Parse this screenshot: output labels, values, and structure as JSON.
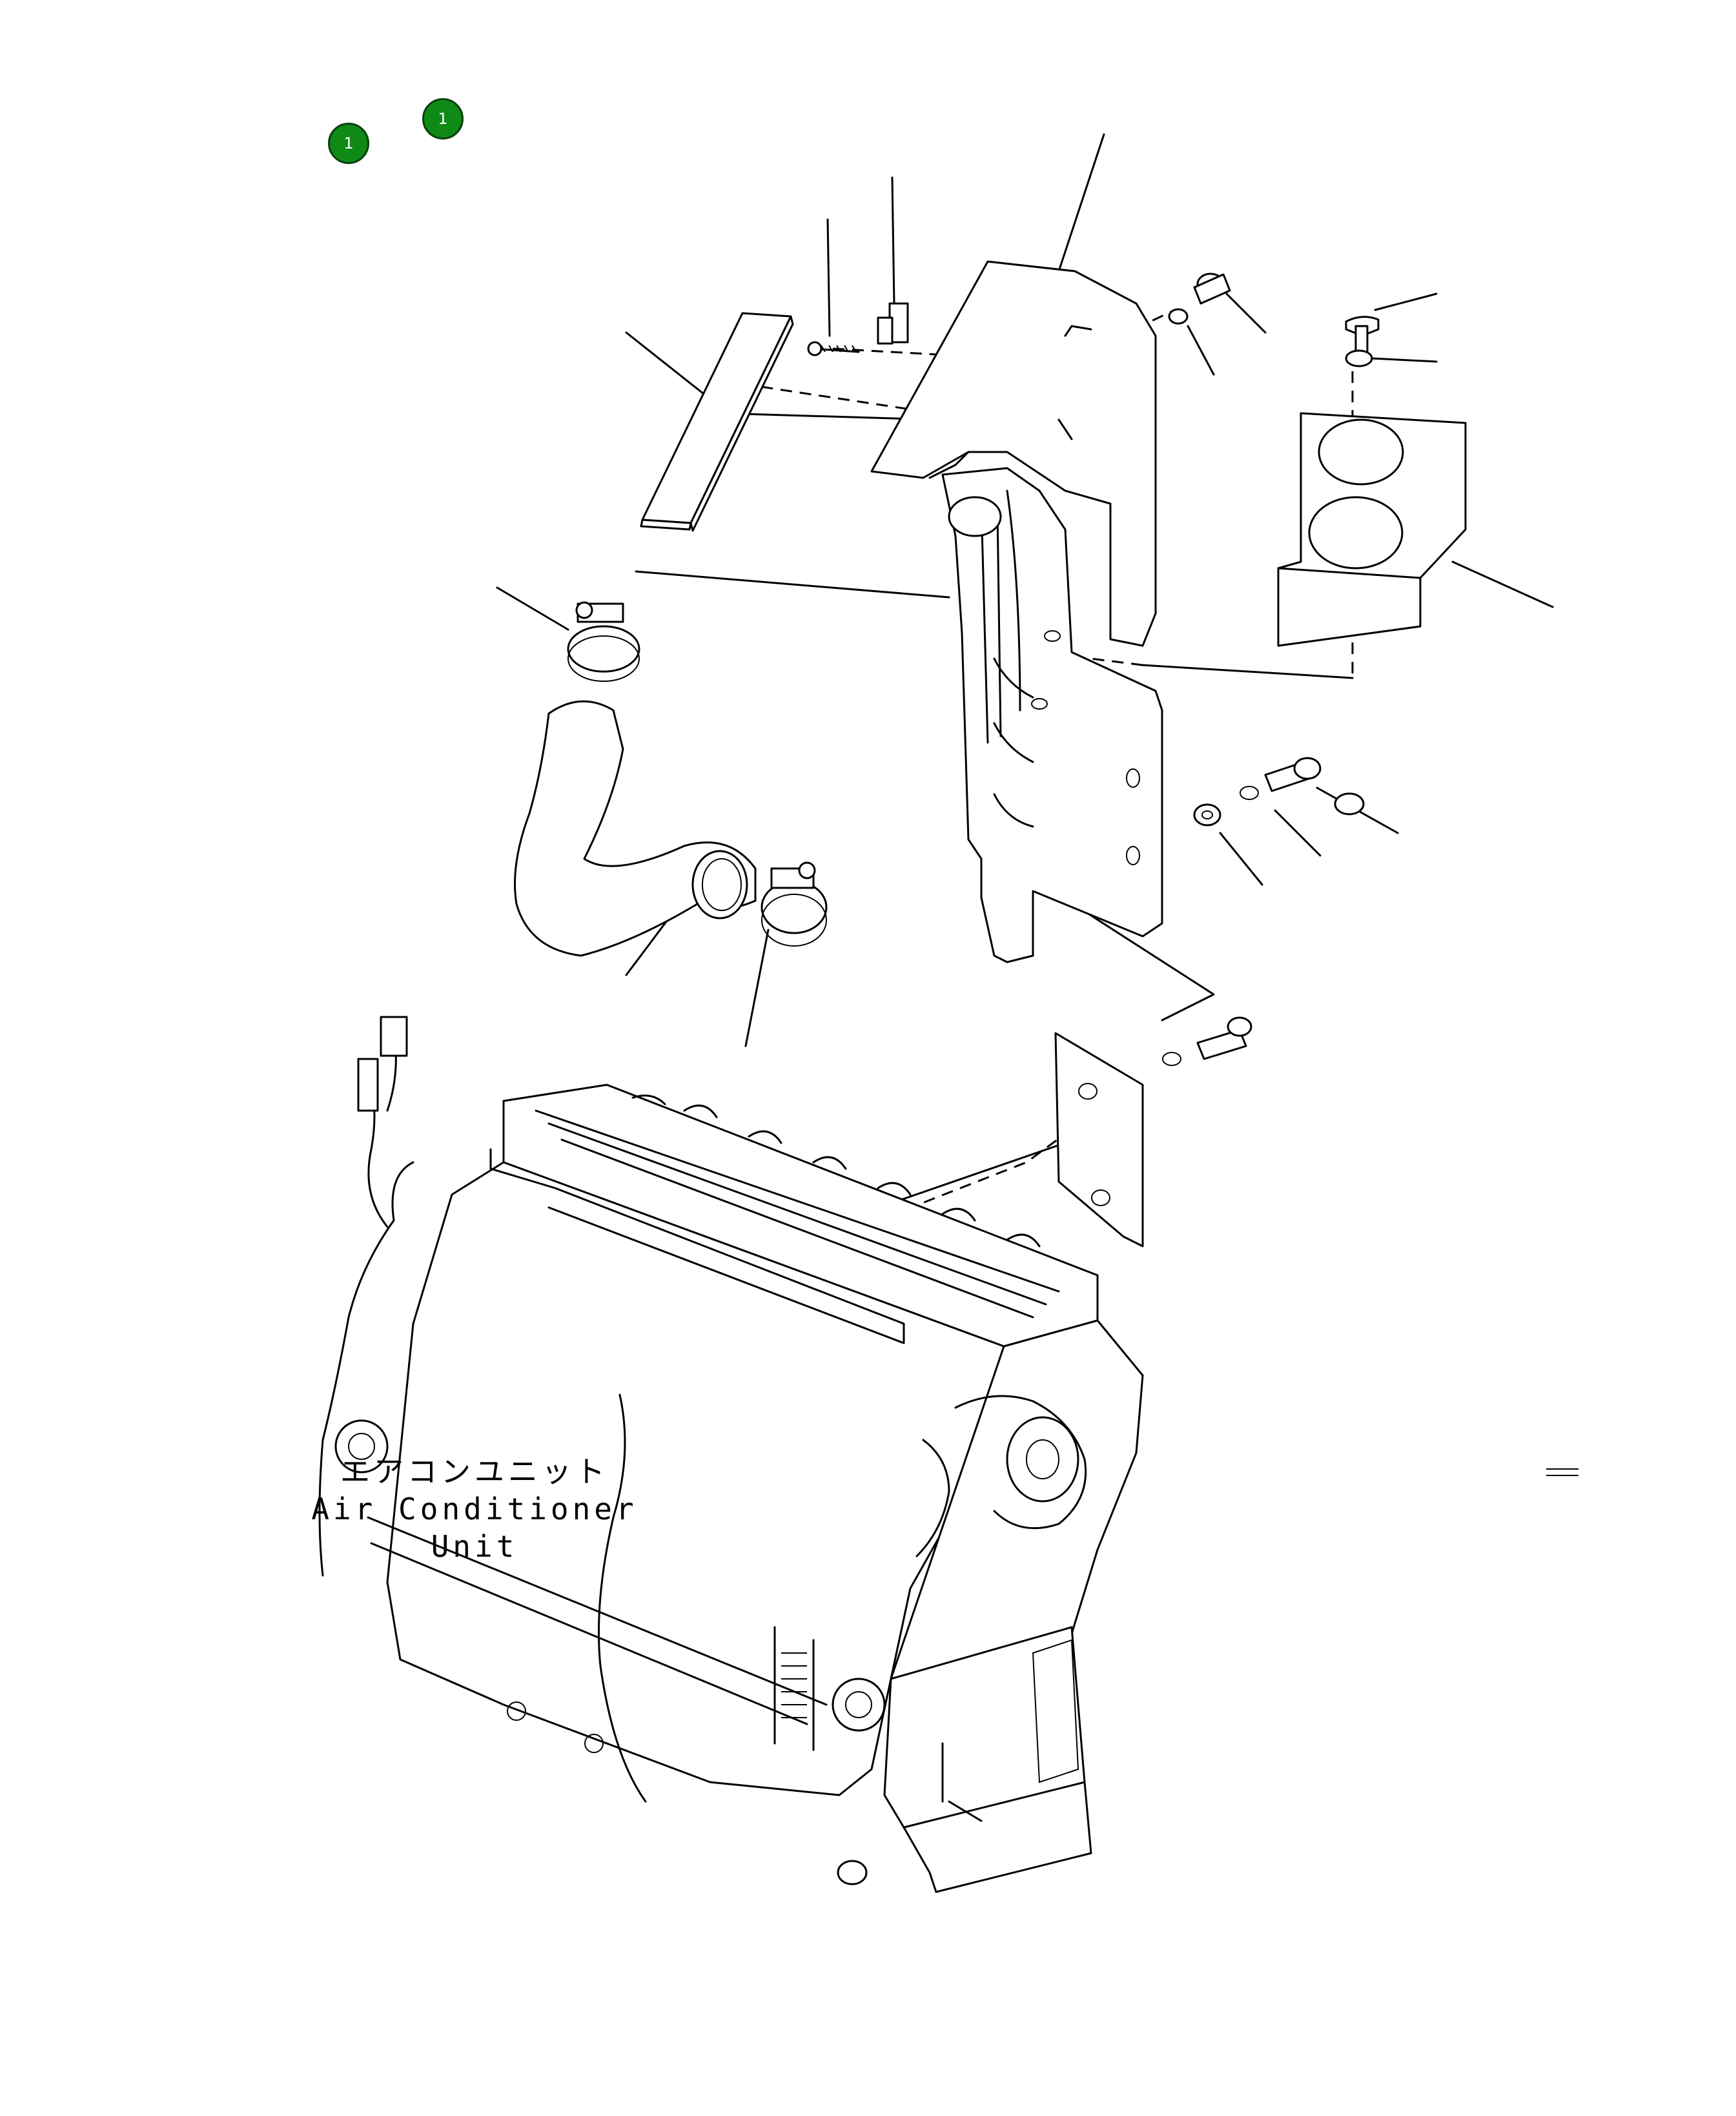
{
  "badges": [
    {
      "label": "1",
      "color": "#0f8a16"
    },
    {
      "label": "1",
      "color": "#0f8a16"
    }
  ],
  "caption": {
    "japanese": "エアコンユニット",
    "english": "Air Conditioner Unit"
  },
  "colors": {
    "line": "#000000",
    "background": "#ffffff",
    "badge_fill": "#0f8a16"
  }
}
